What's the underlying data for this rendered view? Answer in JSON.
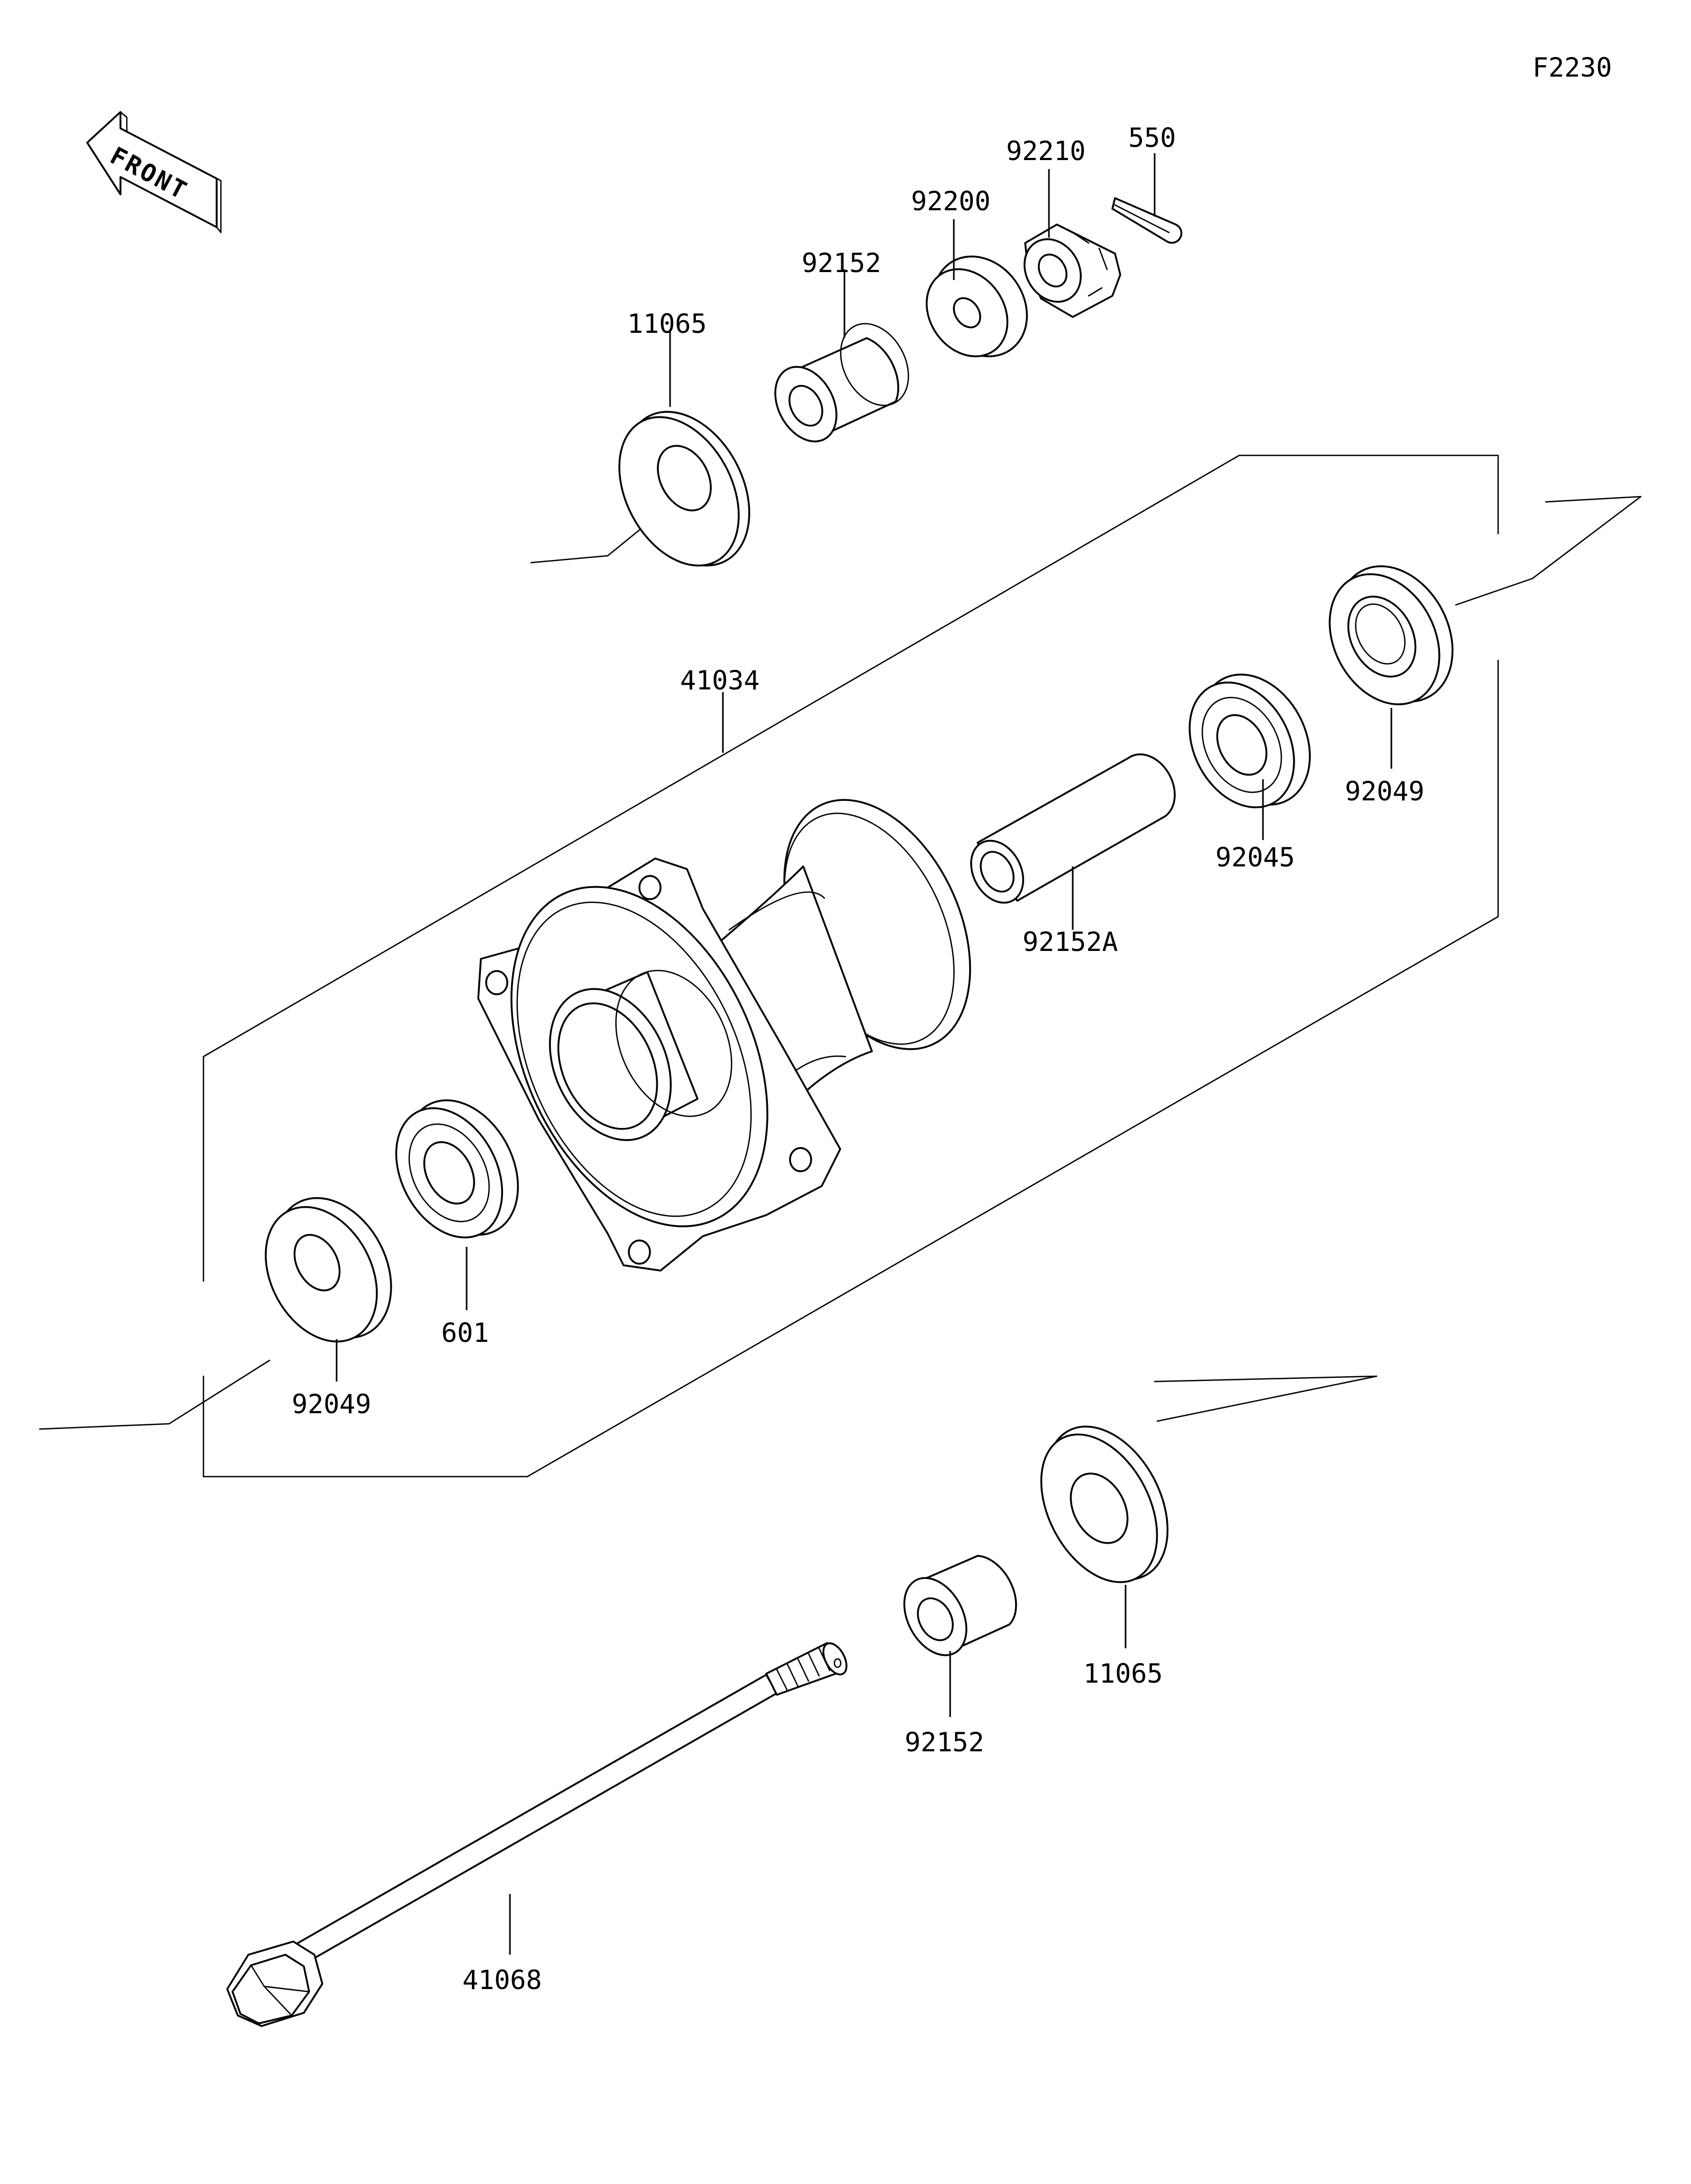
{
  "figure_code": "F2230",
  "front_marker": "FRONT",
  "callouts": [
    {
      "id": "c-11065-top",
      "text": "11065"
    },
    {
      "id": "c-92152-top",
      "text": "92152"
    },
    {
      "id": "c-92200",
      "text": "92200"
    },
    {
      "id": "c-92210",
      "text": "92210"
    },
    {
      "id": "c-550",
      "text": "550"
    },
    {
      "id": "c-41034",
      "text": "41034"
    },
    {
      "id": "c-92152A",
      "text": "92152A"
    },
    {
      "id": "c-92045",
      "text": "92045"
    },
    {
      "id": "c-92049-right",
      "text": "92049"
    },
    {
      "id": "c-601",
      "text": "601"
    },
    {
      "id": "c-92049-left",
      "text": "92049"
    },
    {
      "id": "c-11065-bottom",
      "text": "11065"
    },
    {
      "id": "c-92152-bottom",
      "text": "92152"
    },
    {
      "id": "c-41068",
      "text": "41068"
    }
  ]
}
